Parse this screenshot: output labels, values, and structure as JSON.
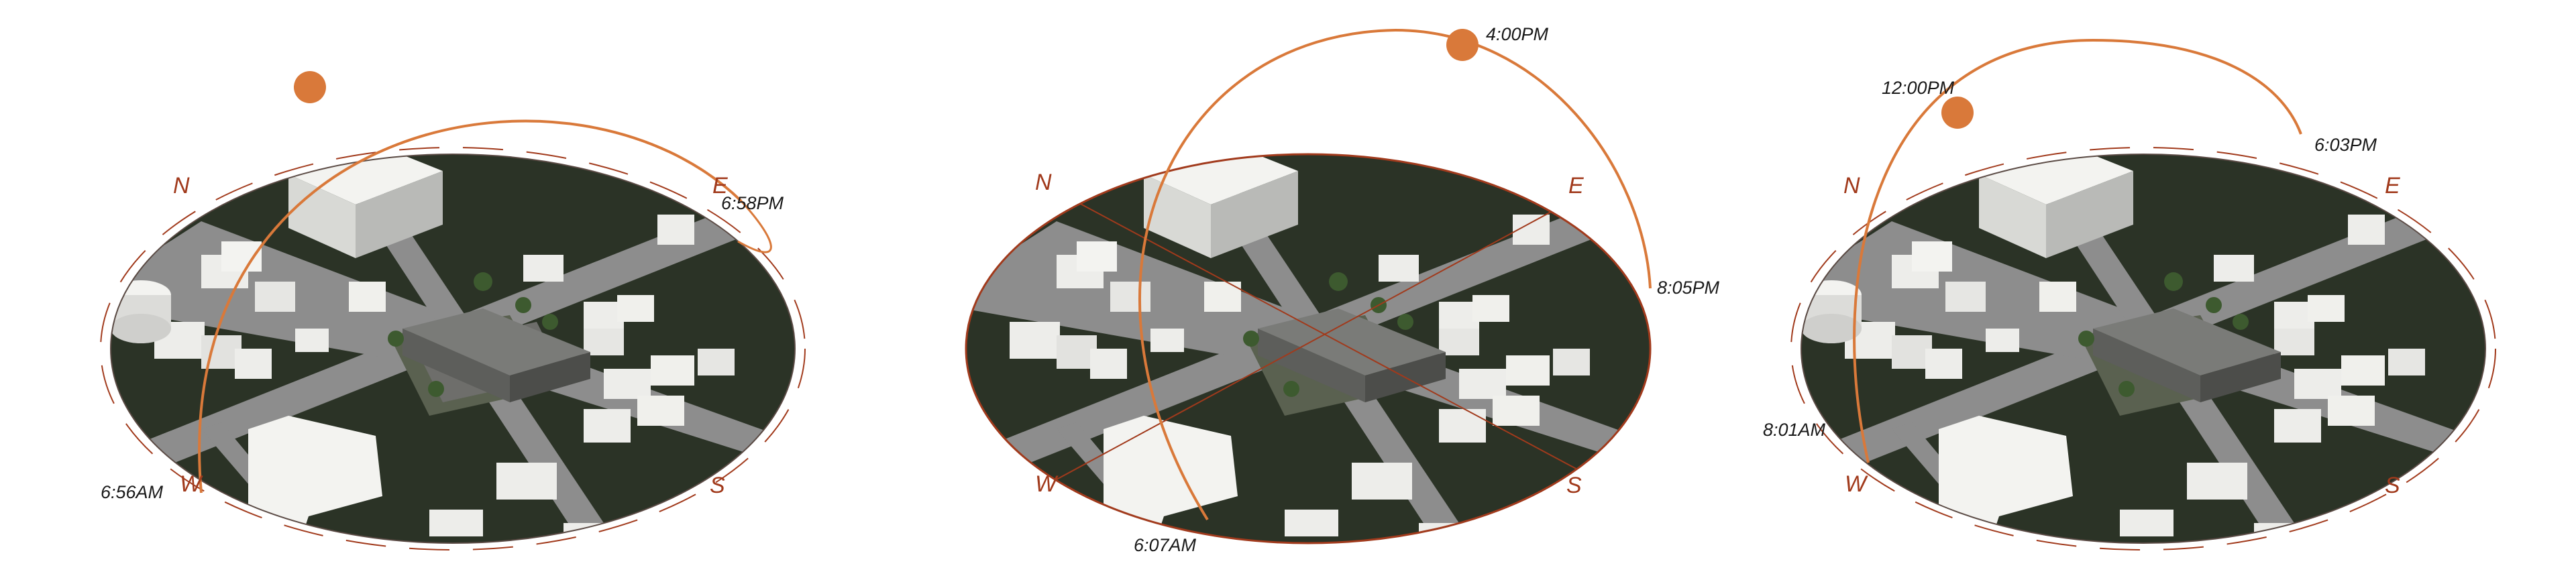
{
  "colors": {
    "sun": "#d9793a",
    "path": "#d9793a",
    "compass": "#a13a1c",
    "grass": "#2b3326",
    "road": "#8d8d8d",
    "building": "#ededea",
    "building_shade": "#b9bab7"
  },
  "panels": [
    {
      "id": "summer",
      "labels": {
        "north": "N",
        "east": "E",
        "south": "S",
        "west": "W",
        "sunrise": "6:56AM",
        "sunset": "6:58PM",
        "highlight": ""
      }
    },
    {
      "id": "winter",
      "labels": {
        "north": "N",
        "east": "E",
        "south": "S",
        "west": "W",
        "sunrise": "6:07AM",
        "sunset": "8:05PM",
        "highlight": "4:00PM"
      }
    },
    {
      "id": "equinox",
      "labels": {
        "north": "N",
        "east": "E",
        "south": "S",
        "west": "W",
        "sunrise": "8:01AM",
        "sunset": "6:03PM",
        "highlight": "12:00PM"
      }
    }
  ]
}
